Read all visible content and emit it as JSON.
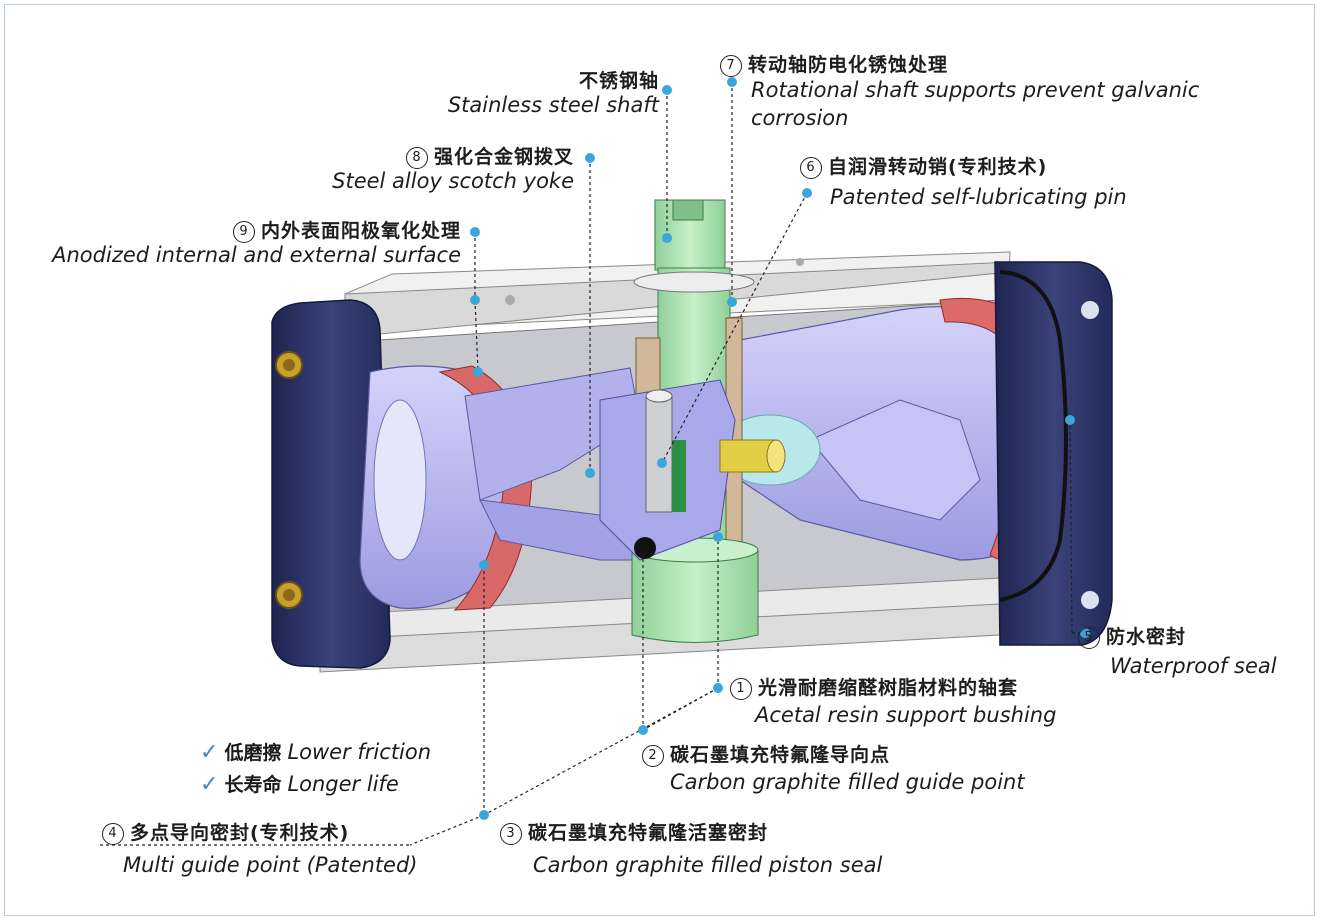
{
  "callouts": {
    "stainless_shaft": {
      "cn": "不锈钢轴",
      "en": "Stainless steel shaft"
    },
    "c7": {
      "num": "7",
      "cn": "转动轴防电化锈蚀处理",
      "en1": "Rotational shaft supports prevent galvanic",
      "en2": "corrosion"
    },
    "c8": {
      "num": "8",
      "cn": "强化合金钢拨叉",
      "en": "Steel alloy scotch yoke"
    },
    "c6": {
      "num": "6",
      "cn": "自润滑转动销(专利技术)",
      "en": "Patented self-lubricating pin"
    },
    "c9": {
      "num": "9",
      "cn": "内外表面阳极氧化处理",
      "en": "Anodized internal and external surface"
    },
    "c5": {
      "num": "5",
      "cn": "防水密封",
      "en": "Waterproof seal"
    },
    "c1": {
      "num": "1",
      "cn": "光滑耐磨缩醛树脂材料的轴套",
      "en": "Acetal resin support bushing"
    },
    "c2": {
      "num": "2",
      "cn": "碳石墨填充特氟隆导向点",
      "en": "Carbon graphite filled guide point"
    },
    "c3": {
      "num": "3",
      "cn": "碳石墨填充特氟隆活塞密封",
      "en": "Carbon graphite filled piston seal"
    },
    "c4": {
      "num": "4",
      "cn": "多点导向密封(专利技术)",
      "en": "Multi guide point (Patented)"
    }
  },
  "features": [
    {
      "cn": "低磨擦",
      "en": "Lower friction"
    },
    {
      "cn": "长寿命",
      "en": "Longer life"
    }
  ],
  "colors": {
    "dot": "#3aa6dc",
    "body_grey": "#e4e4e4",
    "endcap": "#2e3566",
    "piston": "#b9b8f0",
    "seal_red": "#e26a6a",
    "shaft_green": "#b9e5bd",
    "check": "#2a8fd0"
  }
}
